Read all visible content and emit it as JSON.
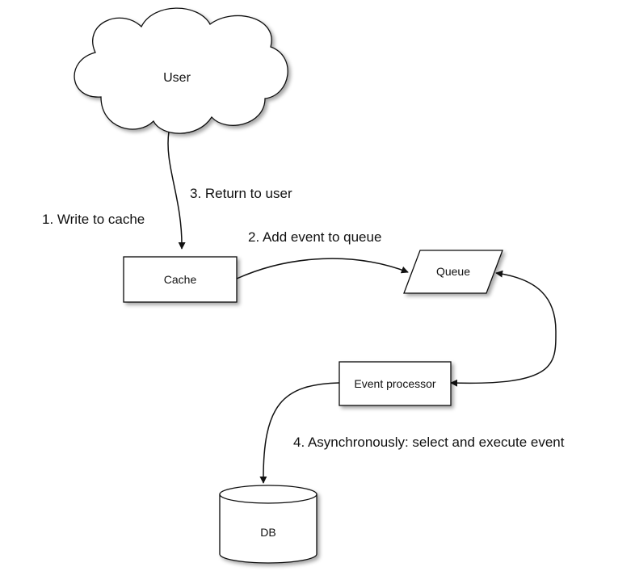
{
  "nodes": {
    "user": "User",
    "cache": "Cache",
    "queue": "Queue",
    "event_processor": "Event processor",
    "db": "DB"
  },
  "edges": {
    "write_to_cache": "1. Write to cache",
    "add_event_to_queue": "2. Add event to queue",
    "return_to_user": "3. Return to user",
    "async_select_execute": "4. Asynchronously: select and execute event"
  },
  "colors": {
    "stroke": "#111111",
    "fill": "#ffffff",
    "shadow": "#9a9a9a"
  }
}
